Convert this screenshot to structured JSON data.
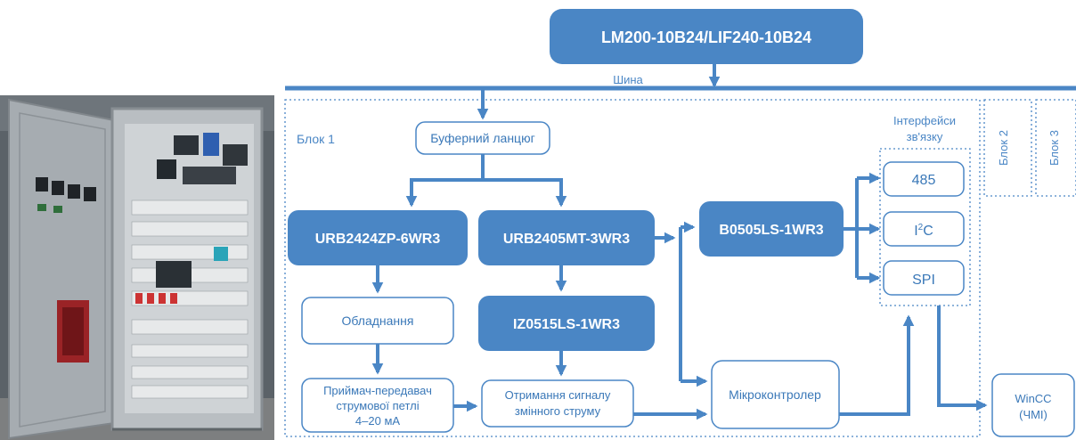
{
  "colors": {
    "accent": "#4a86c5",
    "box_fill": "#4a86c5",
    "box_text": "#ffffff",
    "outline_box_text": "#3a78b8",
    "dashed_border": "#4a86c5",
    "photo_cabinet": "#9da3a8",
    "photo_background": "#5b6268"
  },
  "photo": {
    "description_icon": "electrical-cabinet-photo"
  },
  "diagram": {
    "top_controller": "LM200-10B24/LIF240-10B24",
    "bus_label": "Шина",
    "block1_label": "Блок 1",
    "block2_label": "Блок 2",
    "block3_label": "Блок 3",
    "buffer_circuit": "Буферний ланцюг",
    "urb2424": "URB2424ZP-6WR3",
    "urb2405": "URB2405MT-3WR3",
    "b0505": "B0505LS-1WR3",
    "iz0515": "IZ0515LS-1WR3",
    "equipment": "Обладнання",
    "current_loop": [
      "Приймач-передавач",
      "струмової петлі",
      "4–20 мА"
    ],
    "ac_signal": [
      "Отримання сигналу",
      "змінного струму"
    ],
    "microcontroller": "Мікроконтролер",
    "interfaces_title": [
      "Інтерфейси",
      "зв'язку"
    ],
    "iface_485": "485",
    "iface_i2c_main": "I",
    "iface_i2c_sup": "2",
    "iface_i2c_tail": "C",
    "iface_spi": "SPI",
    "wincc": [
      "WinCC",
      "(ЧМІ)"
    ]
  }
}
